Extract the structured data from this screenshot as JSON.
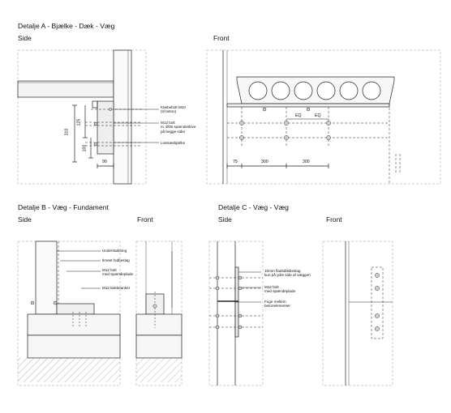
{
  "detail_a": {
    "title": "Detalje A - Bjælke - Dæk - Væg",
    "side_label": "Side",
    "front_label": "Front",
    "callouts": {
      "bolt_m10": [
        "Klæbebolt M10",
        "(til beton)"
      ],
      "bolt_m12": [
        "M12 bolt",
        "m. Ø36 spændeskive",
        "på begge sider"
      ],
      "glulam": [
        "Limtræsbjælke"
      ]
    },
    "dims": {
      "d310": "310",
      "d125": "125",
      "d100": "100",
      "d90": "90",
      "d75": "75",
      "d300a": "300",
      "d300b": "300",
      "eq1": "EQ",
      "eq2": "EQ"
    }
  },
  "detail_b": {
    "title": "Detalje B - Væg - Fundament",
    "side_label": "Side",
    "front_label": "Front",
    "callouts": {
      "understopning": [
        "Understøbning"
      ],
      "fodbeslag": [
        "Ilmeet fodbeslag"
      ],
      "bolt": [
        "M12 bolt",
        "med spændeplade"
      ],
      "anker": [
        "M12 klæbeanker"
      ]
    }
  },
  "detail_c": {
    "title": "Detalje C - Væg - Væg",
    "side_label": "Side",
    "front_label": "Front",
    "callouts": {
      "fladstaal": [
        "10mm fladstålsbeslag",
        "kun på ydre side af væggen"
      ],
      "bolt": [
        "M12 bolt",
        "med spændeplade"
      ],
      "fuge": [
        "Fuge mellem",
        "betonelementer"
      ]
    }
  }
}
